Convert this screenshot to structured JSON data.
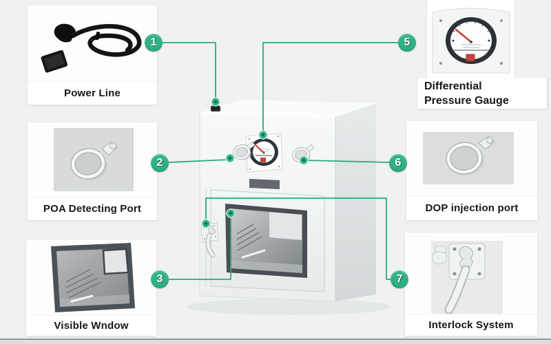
{
  "colors": {
    "accent": "#2fb287",
    "connector_line": "#2aa87e",
    "background": "#f0f1f1",
    "card_background": "#ffffff",
    "label_text": "#161616"
  },
  "callouts": {
    "left": [
      {
        "number": "1",
        "label": "Power Line",
        "icon": "power-cable-icon"
      },
      {
        "number": "2",
        "label": "POA Detecting Port",
        "icon": "tri-clamp-icon"
      },
      {
        "number": "3",
        "label": "Visible Wndow",
        "icon": "window-icon"
      }
    ],
    "right": [
      {
        "number": "5",
        "label_line1": "Differential",
        "label_line2": "Pressure Gauge",
        "icon": "pressure-gauge-icon"
      },
      {
        "number": "6",
        "label": "DOP injection port",
        "icon": "tri-clamp-icon"
      },
      {
        "number": "7",
        "label": "Interlock System",
        "icon": "interlock-latch-icon"
      }
    ]
  },
  "center": {
    "illustration": "pass-box-illustration"
  }
}
